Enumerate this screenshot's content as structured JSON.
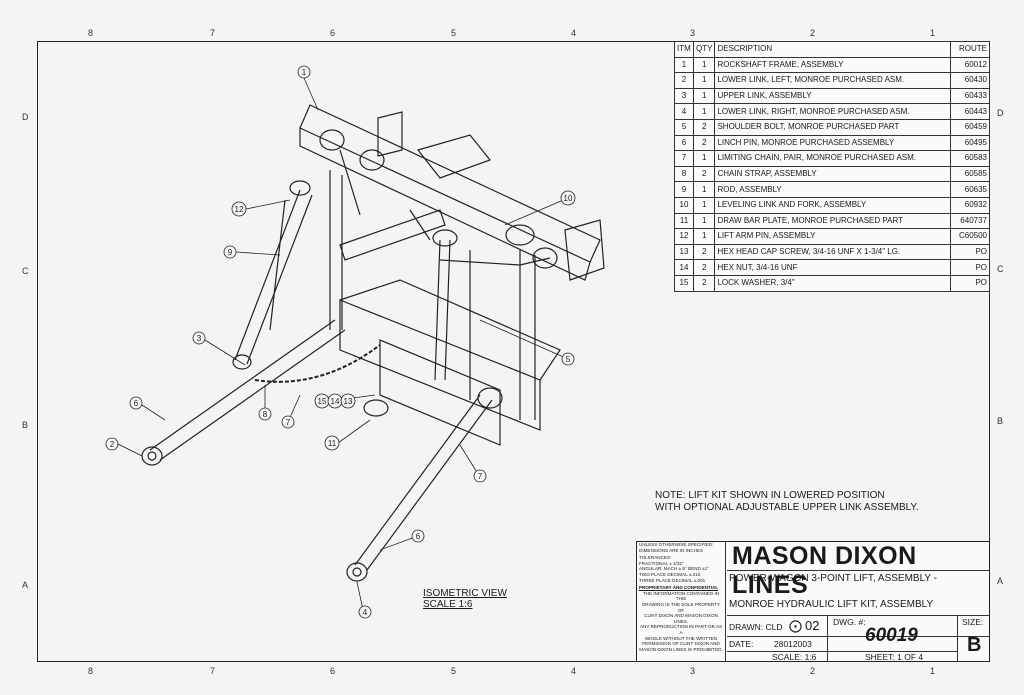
{
  "zones": {
    "top": [
      "8",
      "7",
      "6",
      "5",
      "4",
      "3",
      "2",
      "1"
    ],
    "left": [
      "D",
      "C",
      "B",
      "A"
    ],
    "right": [
      "D",
      "C",
      "B",
      "A"
    ]
  },
  "bom": {
    "headers": {
      "itm": "ITM",
      "qty": "QTY",
      "desc": "DESCRIPTION",
      "route": "ROUTE"
    },
    "rows": [
      {
        "itm": "1",
        "qty": "1",
        "desc": "ROCKSHAFT FRAME, ASSEMBLY",
        "route": "60012"
      },
      {
        "itm": "2",
        "qty": "1",
        "desc": "LOWER LINK, LEFT, MONROE PURCHASED ASM.",
        "route": "60430"
      },
      {
        "itm": "3",
        "qty": "1",
        "desc": "UPPER LINK, ASSEMBLY",
        "route": "60433"
      },
      {
        "itm": "4",
        "qty": "1",
        "desc": "LOWER LINK, RIGHT, MONROE PURCHASED ASM.",
        "route": "60443"
      },
      {
        "itm": "5",
        "qty": "2",
        "desc": "SHOULDER BOLT, MONROE PURCHASED PART",
        "route": "60459"
      },
      {
        "itm": "6",
        "qty": "2",
        "desc": "LINCH PIN, MONROE PURCHASED ASSEMBLY",
        "route": "60495"
      },
      {
        "itm": "7",
        "qty": "1",
        "desc": "LIMITING CHAIN, PAIR, MONROE PURCHASED ASM.",
        "route": "60583"
      },
      {
        "itm": "8",
        "qty": "2",
        "desc": "CHAIN STRAP, ASSEMBLY",
        "route": "60585"
      },
      {
        "itm": "9",
        "qty": "1",
        "desc": "ROD, ASSEMBLY",
        "route": "60635"
      },
      {
        "itm": "10",
        "qty": "1",
        "desc": "LEVELING LINK AND FORK, ASSEMBLY",
        "route": "60932"
      },
      {
        "itm": "11",
        "qty": "1",
        "desc": "DRAW BAR PLATE, MONROE PURCHASED PART",
        "route": "640737"
      },
      {
        "itm": "12",
        "qty": "1",
        "desc": "LIFT ARM PIN, ASSEMBLY",
        "route": "C60500"
      },
      {
        "itm": "13",
        "qty": "2",
        "desc": "HEX HEAD CAP SCREW, 3/4-16 UNF X 1-3/4\" LG.",
        "route": "PO"
      },
      {
        "itm": "14",
        "qty": "2",
        "desc": "HEX NUT, 3/4-16 UNF",
        "route": "PO"
      },
      {
        "itm": "15",
        "qty": "2",
        "desc": "LOCK WASHER, 3/4\"",
        "route": "PO"
      }
    ]
  },
  "note": {
    "line1": "NOTE: LIFT KIT SHOWN IN LOWERED POSITION",
    "line2": "WITH OPTIONAL ADJUSTABLE UPPER LINK ASSEMBLY."
  },
  "view": {
    "title": "ISOMETRIC VIEW",
    "scale": "SCALE 1:6"
  },
  "callouts": [
    "1",
    "12",
    "9",
    "10",
    "3",
    "5",
    "6",
    "2",
    "8",
    "7",
    "15",
    "14",
    "13",
    "11",
    "7",
    "6",
    "4"
  ],
  "title_block": {
    "spec_lines": [
      "UNLESS OTHERWISE SPECIFIED:",
      "DIMENSIONS ARE IN INCHES",
      "TOLERANCES:",
      "FRACTIONAL ± 1/32\"",
      "ANGULAR: MACH ±.5° BEND ±1°",
      "TWO PLACE DECIMAL ±.010",
      "THREE PLACE DECIMAL ±.001",
      "PROPRIETARY AND CONFIDENTIAL",
      "THE INFORMATION CONTAINED IN THIS",
      "DRAWING IS THE SOLE PROPERTY OF",
      "CLINT DIXON AND MASON DIXON LINES.",
      "ANY REPRODUCTION IN PART OR AS A",
      "WHOLE WITHOUT THE WRITTEN",
      "PERMISSION OF CLINT DIXON AND",
      "MASON DIXON LINES IS PROHIBITED."
    ],
    "company": "MASON DIXON LINES",
    "title_line1": "POWER-WAGON 3-POINT LIFT, ASSEMBLY -",
    "title_line2": "MONROE HYDRAULIC LIFT KIT, ASSEMBLY",
    "drawn": "DRAWN: CLD",
    "rev": "02",
    "date_label": "DATE:",
    "date": "28012003",
    "dwg_label": "DWG. #:",
    "dwg_no": "60019",
    "size_label": "SIZE:",
    "size": "B",
    "scale": "SCALE: 1:6",
    "sheet": "SHEET: 1 OF 4"
  }
}
